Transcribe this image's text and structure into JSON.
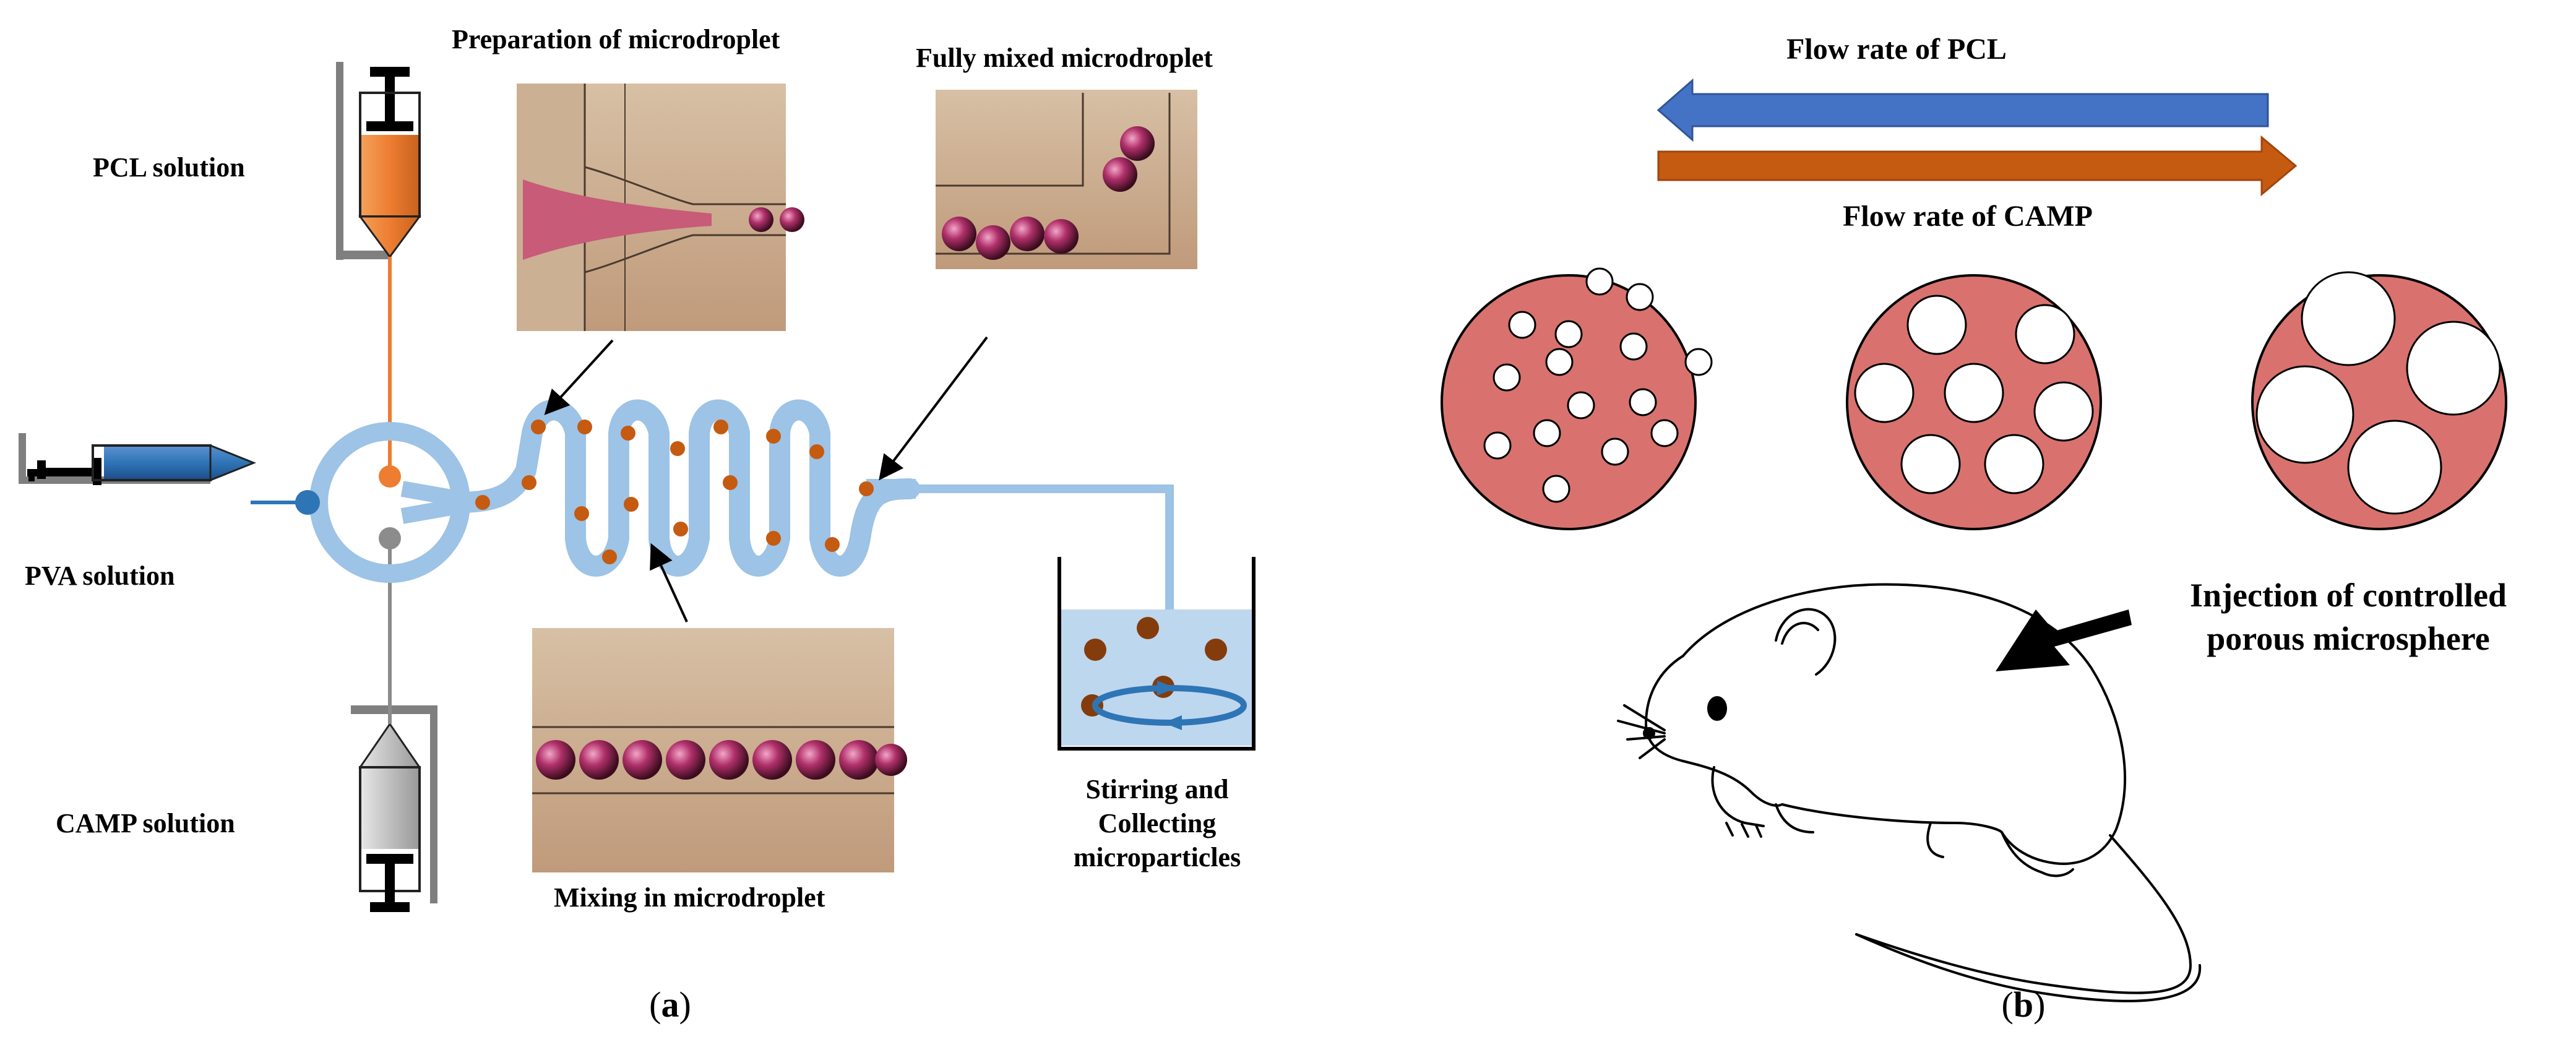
{
  "panel_a": {
    "labels": {
      "pcl_solution": "PCL solution",
      "pva_solution": "PVA solution",
      "camp_solution": "CAMP solution",
      "preparation": "Preparation of microdroplet",
      "fully_mixed": "Fully mixed microdroplet",
      "mixing": "Mixing in microdroplet",
      "stirring_line1": "Stirring and",
      "stirring_line2": "Collecting",
      "stirring_line3": "microparticles"
    },
    "caption_open": "(",
    "caption_letter": "a",
    "caption_close": ")"
  },
  "panel_b": {
    "labels": {
      "flow_pcl": "Flow rate of PCL",
      "flow_camp": "Flow rate of CAMP",
      "injection_line1": "Injection of controlled",
      "injection_line2": "porous microsphere"
    },
    "caption_open": "(",
    "caption_letter": "b",
    "caption_close": ")"
  },
  "colors": {
    "pcl_orange": "#ED7D31",
    "pva_blue": "#2E75B6",
    "channel_blue": "#9DC3E6",
    "droplet_brown": "#C55A11",
    "arrow_pcl_blue": "#4472C4",
    "arrow_camp_orange": "#C55A11",
    "microsphere_pink": "#D9726E",
    "collected_particle": "#843C0C"
  },
  "icons": [
    "syringe-icon",
    "beaker-icon",
    "rotation-arrow-icon",
    "mouse-icon",
    "injection-arrow-icon"
  ]
}
